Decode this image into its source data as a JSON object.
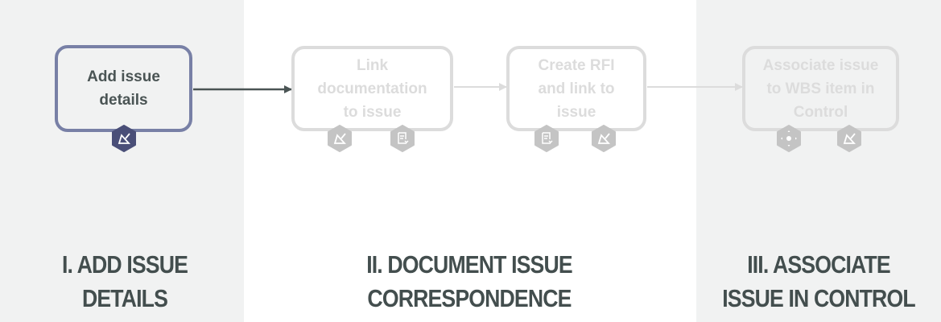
{
  "colors": {
    "active_border": "#7880a6",
    "inactive": "#dcdcdc",
    "heading": "#434e4e",
    "band_gray": "#f1f2f2",
    "band_white": "#ffffff"
  },
  "steps": [
    {
      "label": "Add issue details",
      "state": "active",
      "icons": [
        "issue-icon"
      ]
    },
    {
      "label": "Link documentation to issue",
      "state": "inactive",
      "icons": [
        "issue-icon",
        "document-icon"
      ]
    },
    {
      "label": "Create RFI and link to issue",
      "state": "inactive",
      "icons": [
        "document-icon",
        "issue-icon"
      ]
    },
    {
      "label": "Associate issue to WBS item in Control",
      "state": "inactive",
      "icons": [
        "wbs-target-icon",
        "issue-icon"
      ]
    }
  ],
  "phases": [
    {
      "line1": "I. ADD ISSUE",
      "line2": "DETAILS"
    },
    {
      "line1": "II. DOCUMENT ISSUE",
      "line2": "CORRESPONDENCE"
    },
    {
      "line1": "III. ASSOCIATE",
      "line2": "ISSUE IN CONTROL"
    }
  ]
}
